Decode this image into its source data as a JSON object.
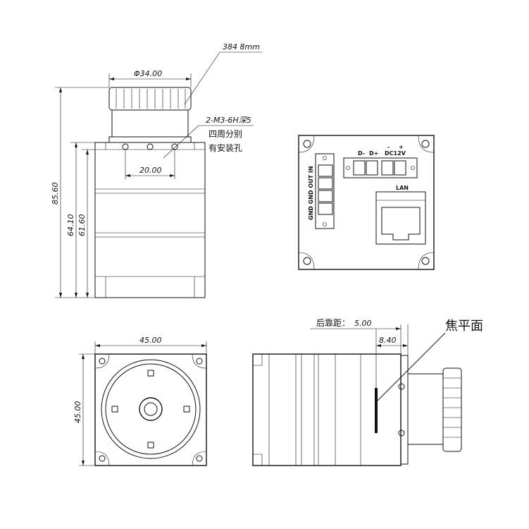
{
  "front_view": {
    "lens_diameter": "Φ34.00",
    "lens_callout": "384 8mm",
    "mount_note_1": "2-M3-6H深5",
    "mount_note_2": "四周分别",
    "mount_note_3": "有安装孔",
    "hole_spacing": "20.00",
    "height_total": "85.60",
    "height_body": "64.10",
    "height_lower": "61.60"
  },
  "rear_view": {
    "label_d_minus": "D-",
    "label_d_plus": "D+",
    "label_minus": "-",
    "label_plus": "+",
    "label_dc": "DC12V",
    "label_lan": "LAN",
    "label_left_pins": "GND GND OUT IN"
  },
  "bottom_view": {
    "width": "45.00",
    "height": "45.00"
  },
  "side_view": {
    "back_focus_label": "后靠距：",
    "back_focus_value": "5.00",
    "offset": "8.40",
    "focal_plane_label": "焦平面"
  }
}
